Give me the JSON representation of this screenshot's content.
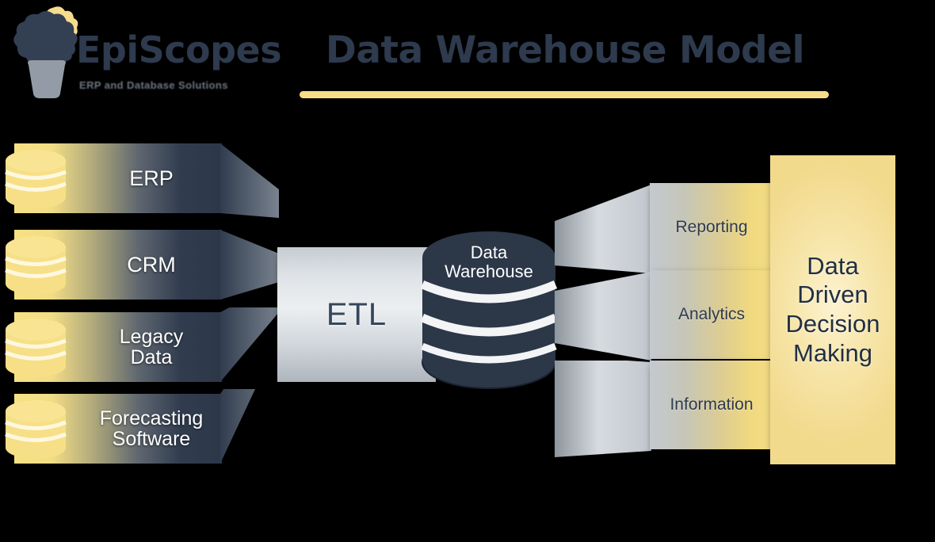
{
  "header": {
    "brand_name": "EpiScopes",
    "brand_tagline": "ERP and Database Solutions",
    "title": "Data Warehouse Model",
    "logo_icon": "potted-plant-icon"
  },
  "sources": {
    "items": [
      {
        "label": "ERP",
        "icon": "database-cylinder-icon"
      },
      {
        "label": "CRM",
        "icon": "database-cylinder-icon"
      },
      {
        "label": "Legacy\nData",
        "icon": "database-cylinder-icon"
      },
      {
        "label": "Forecasting\nSoftware",
        "icon": "database-cylinder-icon"
      }
    ]
  },
  "etl": {
    "label": "ETL"
  },
  "warehouse": {
    "label": "Data\nWarehouse",
    "icon": "database-cylinder-icon"
  },
  "outputs": {
    "items": [
      {
        "label": "Reporting"
      },
      {
        "label": "Analytics"
      },
      {
        "label": "Information"
      }
    ]
  },
  "final": {
    "label": "Data\nDriven\nDecision\nMaking"
  },
  "colors": {
    "background": "#000000",
    "navy": "#2e3a4d",
    "yellow": "#f7dd8a",
    "silver": "#c7ccd2",
    "white": "#ffffff",
    "gray_pot": "#939ca6"
  }
}
